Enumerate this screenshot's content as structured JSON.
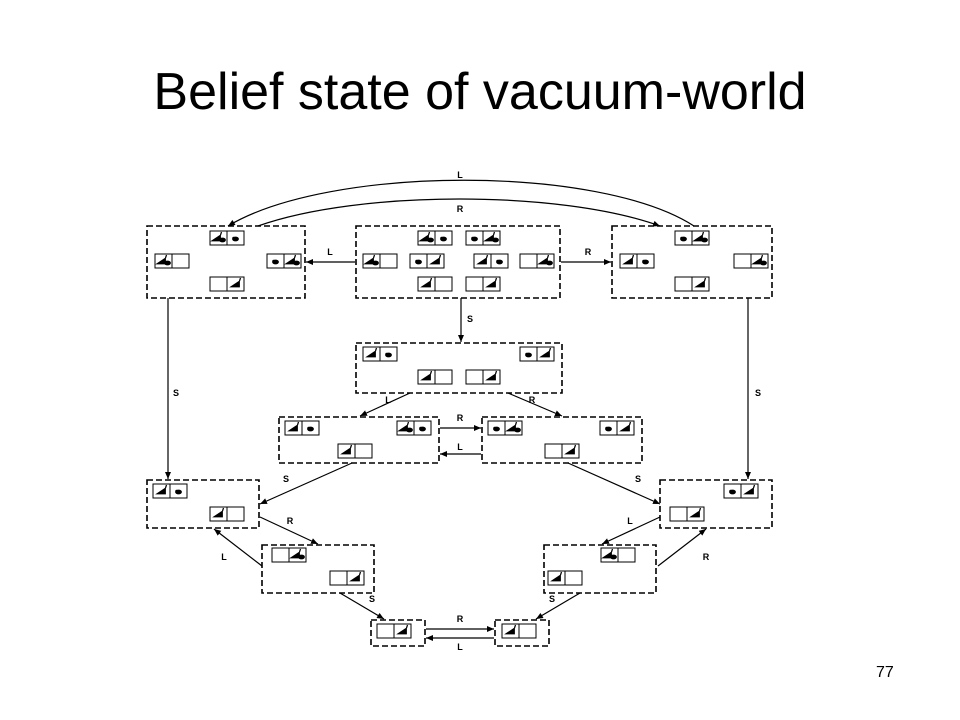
{
  "slide": {
    "title": "Belief state of vacuum-world",
    "page_number": "77"
  },
  "colors": {
    "ink": "#000000",
    "background": "#ffffff"
  },
  "diagram": {
    "nodes": [
      {
        "id": "top-left",
        "states": [
          {
            "left_dirt": true,
            "right_dirt": true,
            "robot": "left"
          },
          {
            "left_dirt": true,
            "right_dirt": false,
            "robot": "left"
          },
          {
            "left_dirt": true,
            "right_dirt": true,
            "robot": "right"
          },
          {
            "left_dirt": false,
            "right_dirt": false,
            "robot": "right"
          }
        ]
      },
      {
        "id": "top-center",
        "states": [
          {
            "left_dirt": true,
            "right_dirt": true,
            "robot": "left"
          },
          {
            "left_dirt": true,
            "right_dirt": true,
            "robot": "right"
          },
          {
            "left_dirt": true,
            "right_dirt": false,
            "robot": "left"
          },
          {
            "left_dirt": true,
            "right_dirt": false,
            "robot": "right"
          },
          {
            "left_dirt": false,
            "right_dirt": true,
            "robot": "left"
          },
          {
            "left_dirt": false,
            "right_dirt": true,
            "robot": "right"
          },
          {
            "left_dirt": false,
            "right_dirt": false,
            "robot": "left"
          },
          {
            "left_dirt": false,
            "right_dirt": false,
            "robot": "right"
          }
        ]
      },
      {
        "id": "top-right",
        "states": [
          {
            "left_dirt": true,
            "right_dirt": true,
            "robot": "right"
          },
          {
            "left_dirt": false,
            "right_dirt": true,
            "robot": "left"
          },
          {
            "left_dirt": false,
            "right_dirt": true,
            "robot": "right"
          },
          {
            "left_dirt": false,
            "right_dirt": false,
            "robot": "right"
          }
        ]
      },
      {
        "id": "middle",
        "states": [
          {
            "left_dirt": false,
            "right_dirt": true,
            "robot": "left"
          },
          {
            "left_dirt": true,
            "right_dirt": false,
            "robot": "right"
          },
          {
            "left_dirt": false,
            "right_dirt": false,
            "robot": "left"
          },
          {
            "left_dirt": false,
            "right_dirt": false,
            "robot": "right"
          }
        ]
      },
      {
        "id": "mid-left",
        "states": [
          {
            "left_dirt": false,
            "right_dirt": true,
            "robot": "left"
          },
          {
            "left_dirt": true,
            "right_dirt": true,
            "robot": "left"
          },
          {
            "left_dirt": false,
            "right_dirt": false,
            "robot": "left"
          }
        ]
      },
      {
        "id": "mid-right",
        "states": [
          {
            "left_dirt": true,
            "right_dirt": true,
            "robot": "right"
          },
          {
            "left_dirt": true,
            "right_dirt": false,
            "robot": "right"
          },
          {
            "left_dirt": false,
            "right_dirt": false,
            "robot": "right"
          }
        ]
      },
      {
        "id": "lower-left",
        "states": [
          {
            "left_dirt": false,
            "right_dirt": true,
            "robot": "left"
          },
          {
            "left_dirt": false,
            "right_dirt": false,
            "robot": "left"
          }
        ]
      },
      {
        "id": "lower-right",
        "states": [
          {
            "left_dirt": true,
            "right_dirt": false,
            "robot": "right"
          },
          {
            "left_dirt": false,
            "right_dirt": false,
            "robot": "right"
          }
        ]
      },
      {
        "id": "bottom-left-mid",
        "states": [
          {
            "left_dirt": false,
            "right_dirt": true,
            "robot": "right"
          },
          {
            "left_dirt": false,
            "right_dirt": false,
            "robot": "right"
          }
        ]
      },
      {
        "id": "bottom-right-mid",
        "states": [
          {
            "left_dirt": true,
            "right_dirt": false,
            "robot": "left"
          },
          {
            "left_dirt": false,
            "right_dirt": false,
            "robot": "left"
          }
        ]
      },
      {
        "id": "bottom-left",
        "states": [
          {
            "left_dirt": false,
            "right_dirt": false,
            "robot": "right"
          }
        ]
      },
      {
        "id": "bottom-right",
        "states": [
          {
            "left_dirt": false,
            "right_dirt": false,
            "robot": "left"
          }
        ]
      }
    ],
    "edges": [
      {
        "from": "top-center",
        "to": "top-left",
        "label": "L"
      },
      {
        "from": "top-center",
        "to": "top-right",
        "label": "R"
      },
      {
        "from": "top-right",
        "to": "top-left",
        "label": "L"
      },
      {
        "from": "top-left",
        "to": "top-right",
        "label": "R"
      },
      {
        "from": "top-center",
        "to": "middle",
        "label": "S"
      },
      {
        "from": "top-left",
        "to": "lower-left",
        "label": "S"
      },
      {
        "from": "top-right",
        "to": "lower-right",
        "label": "S"
      },
      {
        "from": "middle",
        "to": "mid-left",
        "label": "L"
      },
      {
        "from": "middle",
        "to": "mid-right",
        "label": "R"
      },
      {
        "from": "mid-left",
        "to": "mid-right",
        "label": "R"
      },
      {
        "from": "mid-right",
        "to": "mid-left",
        "label": "L"
      },
      {
        "from": "mid-left",
        "to": "lower-left",
        "label": "S"
      },
      {
        "from": "mid-right",
        "to": "lower-right",
        "label": "S"
      },
      {
        "from": "lower-left",
        "to": "bottom-left-mid",
        "label": "R"
      },
      {
        "from": "bottom-left-mid",
        "to": "lower-left",
        "label": "L"
      },
      {
        "from": "lower-right",
        "to": "bottom-right-mid",
        "label": "L"
      },
      {
        "from": "bottom-right-mid",
        "to": "lower-right",
        "label": "R"
      },
      {
        "from": "bottom-left-mid",
        "to": "bottom-left",
        "label": "S"
      },
      {
        "from": "bottom-right-mid",
        "to": "bottom-right",
        "label": "S"
      },
      {
        "from": "bottom-left",
        "to": "bottom-right",
        "label": "R"
      },
      {
        "from": "bottom-right",
        "to": "bottom-left",
        "label": "L"
      }
    ]
  }
}
